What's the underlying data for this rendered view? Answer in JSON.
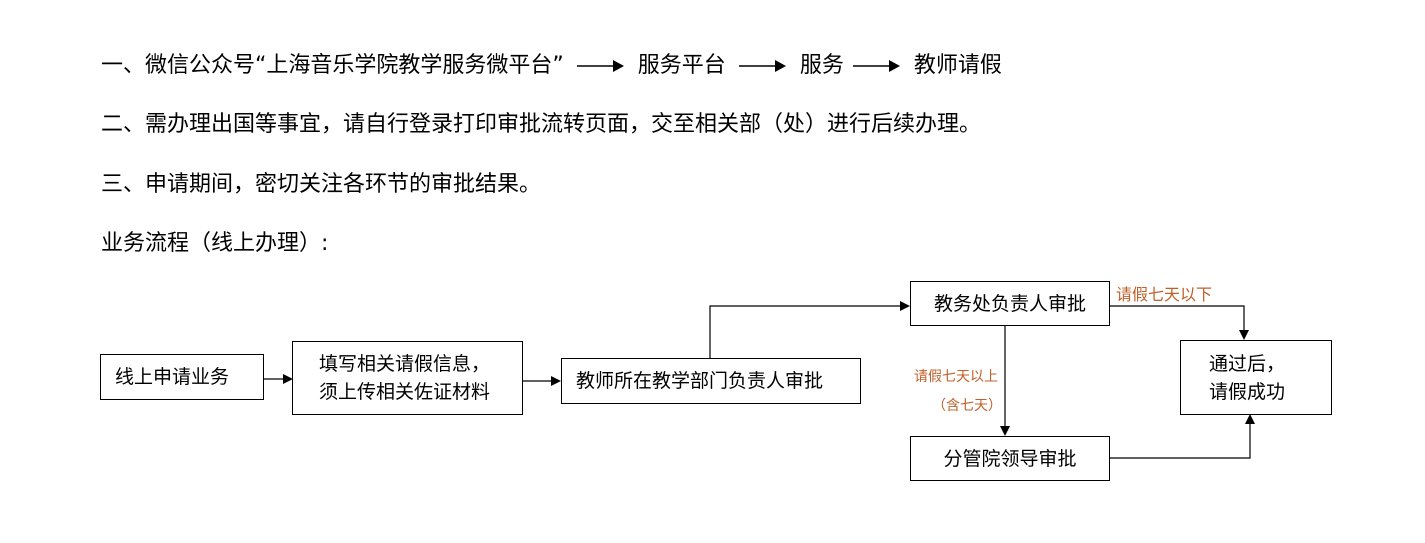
{
  "instructions": {
    "line1": {
      "prefix": "一、微信公众号“上海音乐学院教学服务微平台”",
      "step2": "服务平台",
      "step3": "服务",
      "step4": "教师请假"
    },
    "line2": "二、需办理出国等事宜，请自行登录打印审批流转页面，交至相关部（处）进行后续办理。",
    "line3": "三、申请期间，密切关注各环节的审批结果。",
    "flow_heading": "业务流程（线上办理）:"
  },
  "flow": {
    "box_apply": "线上申请业务",
    "box_fill_line1": "填写相关请假信息，",
    "box_fill_line2": "须上传相关佐证材料",
    "box_dept": "教师所在教学部门负责人审批",
    "box_office": "教务处负责人审批",
    "box_leader": "分管院领导审批",
    "box_success_line1": "通过后，",
    "box_success_line2": "请假成功",
    "label_under_seven": "请假七天以下",
    "label_over_seven_line1": "请假七天以上",
    "label_over_seven_line2": "（含七天）",
    "label_color": "#c0602a"
  }
}
